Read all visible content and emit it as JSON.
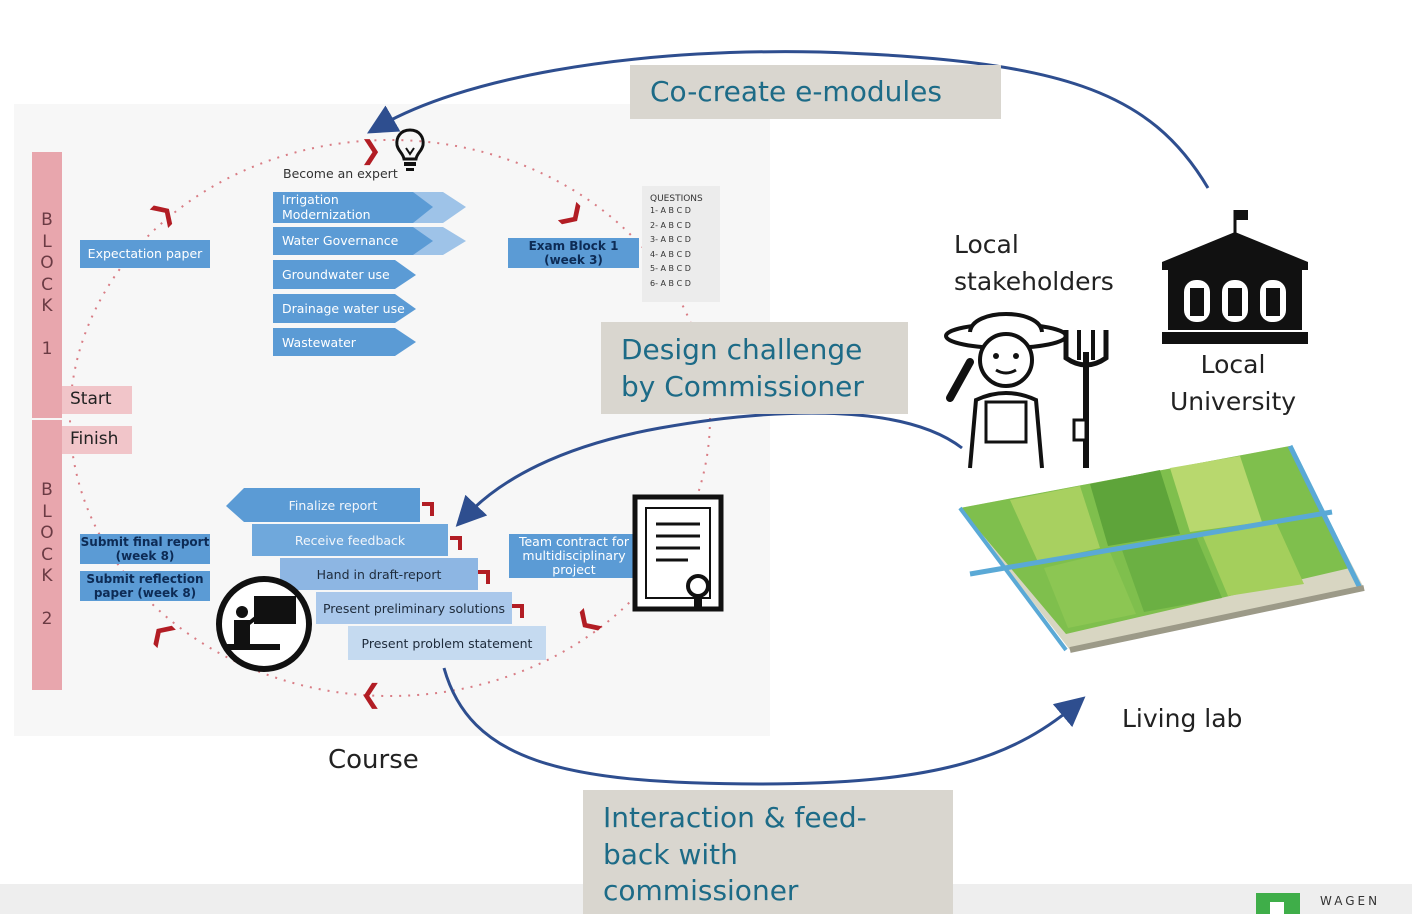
{
  "block1": {
    "letters": [
      "B",
      "L",
      "O",
      "C",
      "K",
      "",
      "1"
    ]
  },
  "block2": {
    "letters": [
      "B",
      "L",
      "O",
      "C",
      "K",
      "",
      "2"
    ]
  },
  "start_label": "Start",
  "finish_label": "Finish",
  "become_expert": "Become an expert",
  "expert_topics": [
    "Irrigation Modernization",
    "Water Governance",
    "Groundwater use",
    "Drainage water use",
    "Wastewater"
  ],
  "expectation_paper": "Expectation paper",
  "exam_block": {
    "line1": "Exam Block 1",
    "line2": "(week 3)"
  },
  "questions": {
    "title": "QUESTIONS",
    "rows": [
      "1- A B C D",
      "2- A B C D",
      "3- A B C D",
      "4- A B C D",
      "5- A B C D",
      "6- A B C D"
    ]
  },
  "team_contract": {
    "line1": "Team contract for",
    "line2": "multidisciplinary",
    "line3": "project"
  },
  "steps": [
    "Finalize report",
    "Receive feedback",
    "Hand in draft-report",
    "Present preliminary solutions",
    "Present problem statement"
  ],
  "submit_final": {
    "line1": "Submit final report",
    "line2": "(week 8)"
  },
  "submit_reflection": {
    "line1": "Submit reflection",
    "line2": "paper (week 8)"
  },
  "course_label": "Course",
  "callouts": {
    "cocreate": "Co-create e-modules",
    "design_line1": "Design challenge",
    "design_line2": "by Commissioner",
    "interaction_line1": "Interaction & feed-",
    "interaction_line2": "back with",
    "interaction_line3": "commissioner"
  },
  "stakeholders": {
    "line1": "Local",
    "line2": "stakeholders"
  },
  "university": {
    "line1": "Local",
    "line2": "University"
  },
  "living_lab": "Living lab",
  "logo_text": "WAGEN",
  "colors": {
    "arrow_blue": "#2e4e8f",
    "callout_bg": "#d9d6cf",
    "callout_text": "#1d6b87",
    "block_bar": "#e8a6ad",
    "box_blue": "#5b9bd5",
    "chevron_red": "#b21d24",
    "logo_green": "#3fae49"
  }
}
